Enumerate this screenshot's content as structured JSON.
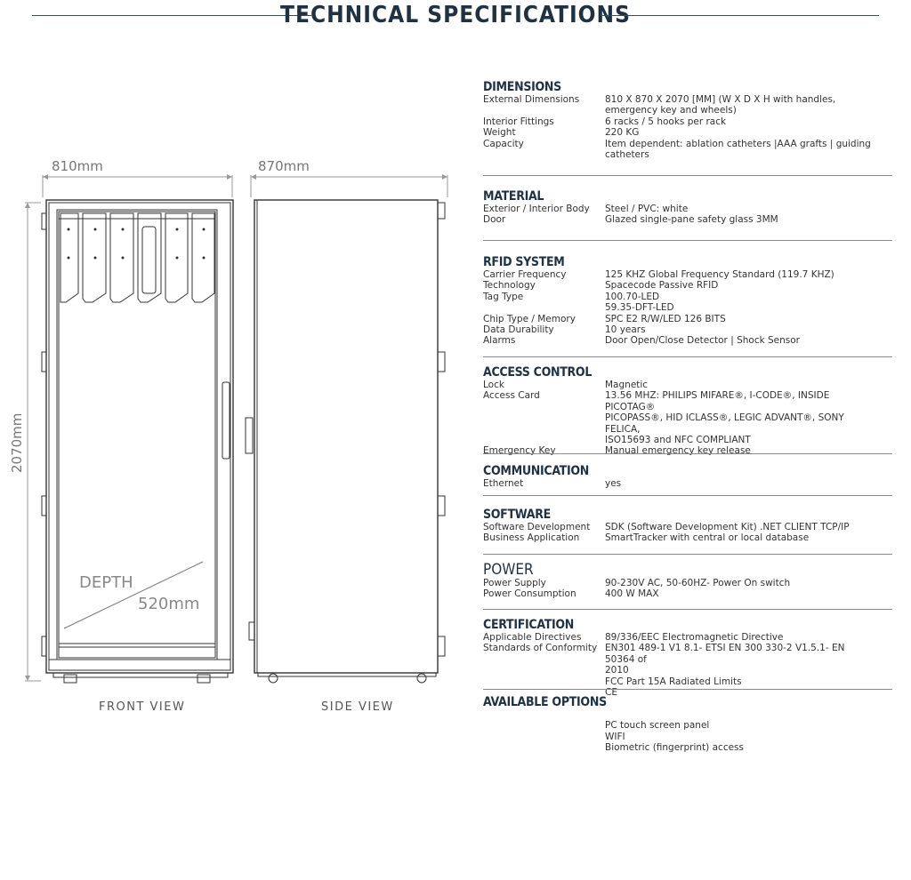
{
  "title": "TECHNICAL SPECIFICATIONS",
  "drawing": {
    "width_label": "810mm",
    "side_width_label": "870mm",
    "height_label": "2070mm",
    "depth_label": "DEPTH",
    "depth_value": "520mm",
    "front_view": "FRONT VIEW",
    "side_view": "SIDE VIEW"
  },
  "sections": [
    {
      "title": "DIMENSIONS",
      "rows": [
        {
          "k": "External Dimensions",
          "v": [
            "810 X 870 X 2070 [MM] (W X D X H with handles,",
            "emergency key and wheels)"
          ]
        },
        {
          "k": "Interior Fittings",
          "v": [
            "6 racks / 5 hooks per rack"
          ]
        },
        {
          "k": "Weight",
          "v": [
            "220 KG"
          ]
        },
        {
          "k": "Capacity",
          "v": [
            "Item dependent: ablation catheters |AAA grafts | guiding",
            "catheters"
          ]
        }
      ]
    },
    {
      "title": "MATERIAL",
      "rows": [
        {
          "k": "Exterior / Interior Body",
          "v": [
            "Steel / PVC: white"
          ]
        },
        {
          "k": "Door",
          "v": [
            "Glazed single-pane safety glass 3MM"
          ]
        }
      ]
    },
    {
      "title": "RFID SYSTEM",
      "rows": [
        {
          "k": "Carrier Frequency",
          "v": [
            "125 KHZ Global Frequency Standard (119.7 KHZ)"
          ]
        },
        {
          "k": "Technology",
          "v": [
            "Spacecode Passive RFID"
          ]
        },
        {
          "k": "Tag Type",
          "v": [
            "100.70-LED",
            "59.35-DFT-LED"
          ]
        },
        {
          "k": "Chip Type / Memory",
          "v": [
            "SPC E2 R/W/LED 126 BITS"
          ]
        },
        {
          "k": "Data Durability",
          "v": [
            "10 years"
          ]
        },
        {
          "k": "Alarms",
          "v": [
            "Door Open/Close Detector | Shock Sensor"
          ]
        }
      ]
    },
    {
      "title": "ACCESS CONTROL",
      "rows": [
        {
          "k": "Lock",
          "v": [
            "Magnetic"
          ]
        },
        {
          "k": "Access Card",
          "v": [
            "13.56 MHZ: PHILIPS MIFARE®, I-CODE®, INSIDE PICOTAG®",
            "PICOPASS®, HID ICLASS®, LEGIC ADVANT®, SONY FELICA,",
            "ISO15693 and NFC COMPLIANT"
          ]
        },
        {
          "k": "Emergency Key",
          "v": [
            "Manual emergency key release"
          ]
        }
      ]
    },
    {
      "title": "COMMUNICATION",
      "rows": [
        {
          "k": "Ethernet",
          "v": [
            "yes"
          ]
        }
      ]
    },
    {
      "title": "SOFTWARE",
      "rows": [
        {
          "k": "Software Development",
          "v": [
            "SDK (Software Development Kit) .NET CLIENT TCP/IP"
          ]
        },
        {
          "k": "Business Application",
          "v": [
            "SmartTracker with central or local database"
          ]
        }
      ]
    },
    {
      "title": "POWER",
      "light": true,
      "rows": [
        {
          "k": "Power Supply",
          "v": [
            "90-230V AC, 50-60HZ- Power On switch"
          ]
        },
        {
          "k": "Power Consumption",
          "v": [
            "400 W MAX"
          ]
        }
      ]
    },
    {
      "title": "CERTIFICATION",
      "rows": [
        {
          "k": "Applicable Directives",
          "v": [
            "89/336/EEC Electromagnetic Directive"
          ]
        },
        {
          "k": "Standards of Conformity",
          "v": [
            "EN301 489-1 V1 8.1- ETSI EN 300 330-2 V1.5.1- EN 50364 of",
            "2010",
            "FCC Part 15A Radiated Limits",
            "CE"
          ]
        }
      ]
    },
    {
      "title": "AVAILABLE OPTIONS",
      "rows": [
        {
          "k": "",
          "v": [
            "",
            "PC touch screen panel",
            "WIFI",
            "Biometric (fingerprint) access"
          ]
        }
      ]
    }
  ]
}
